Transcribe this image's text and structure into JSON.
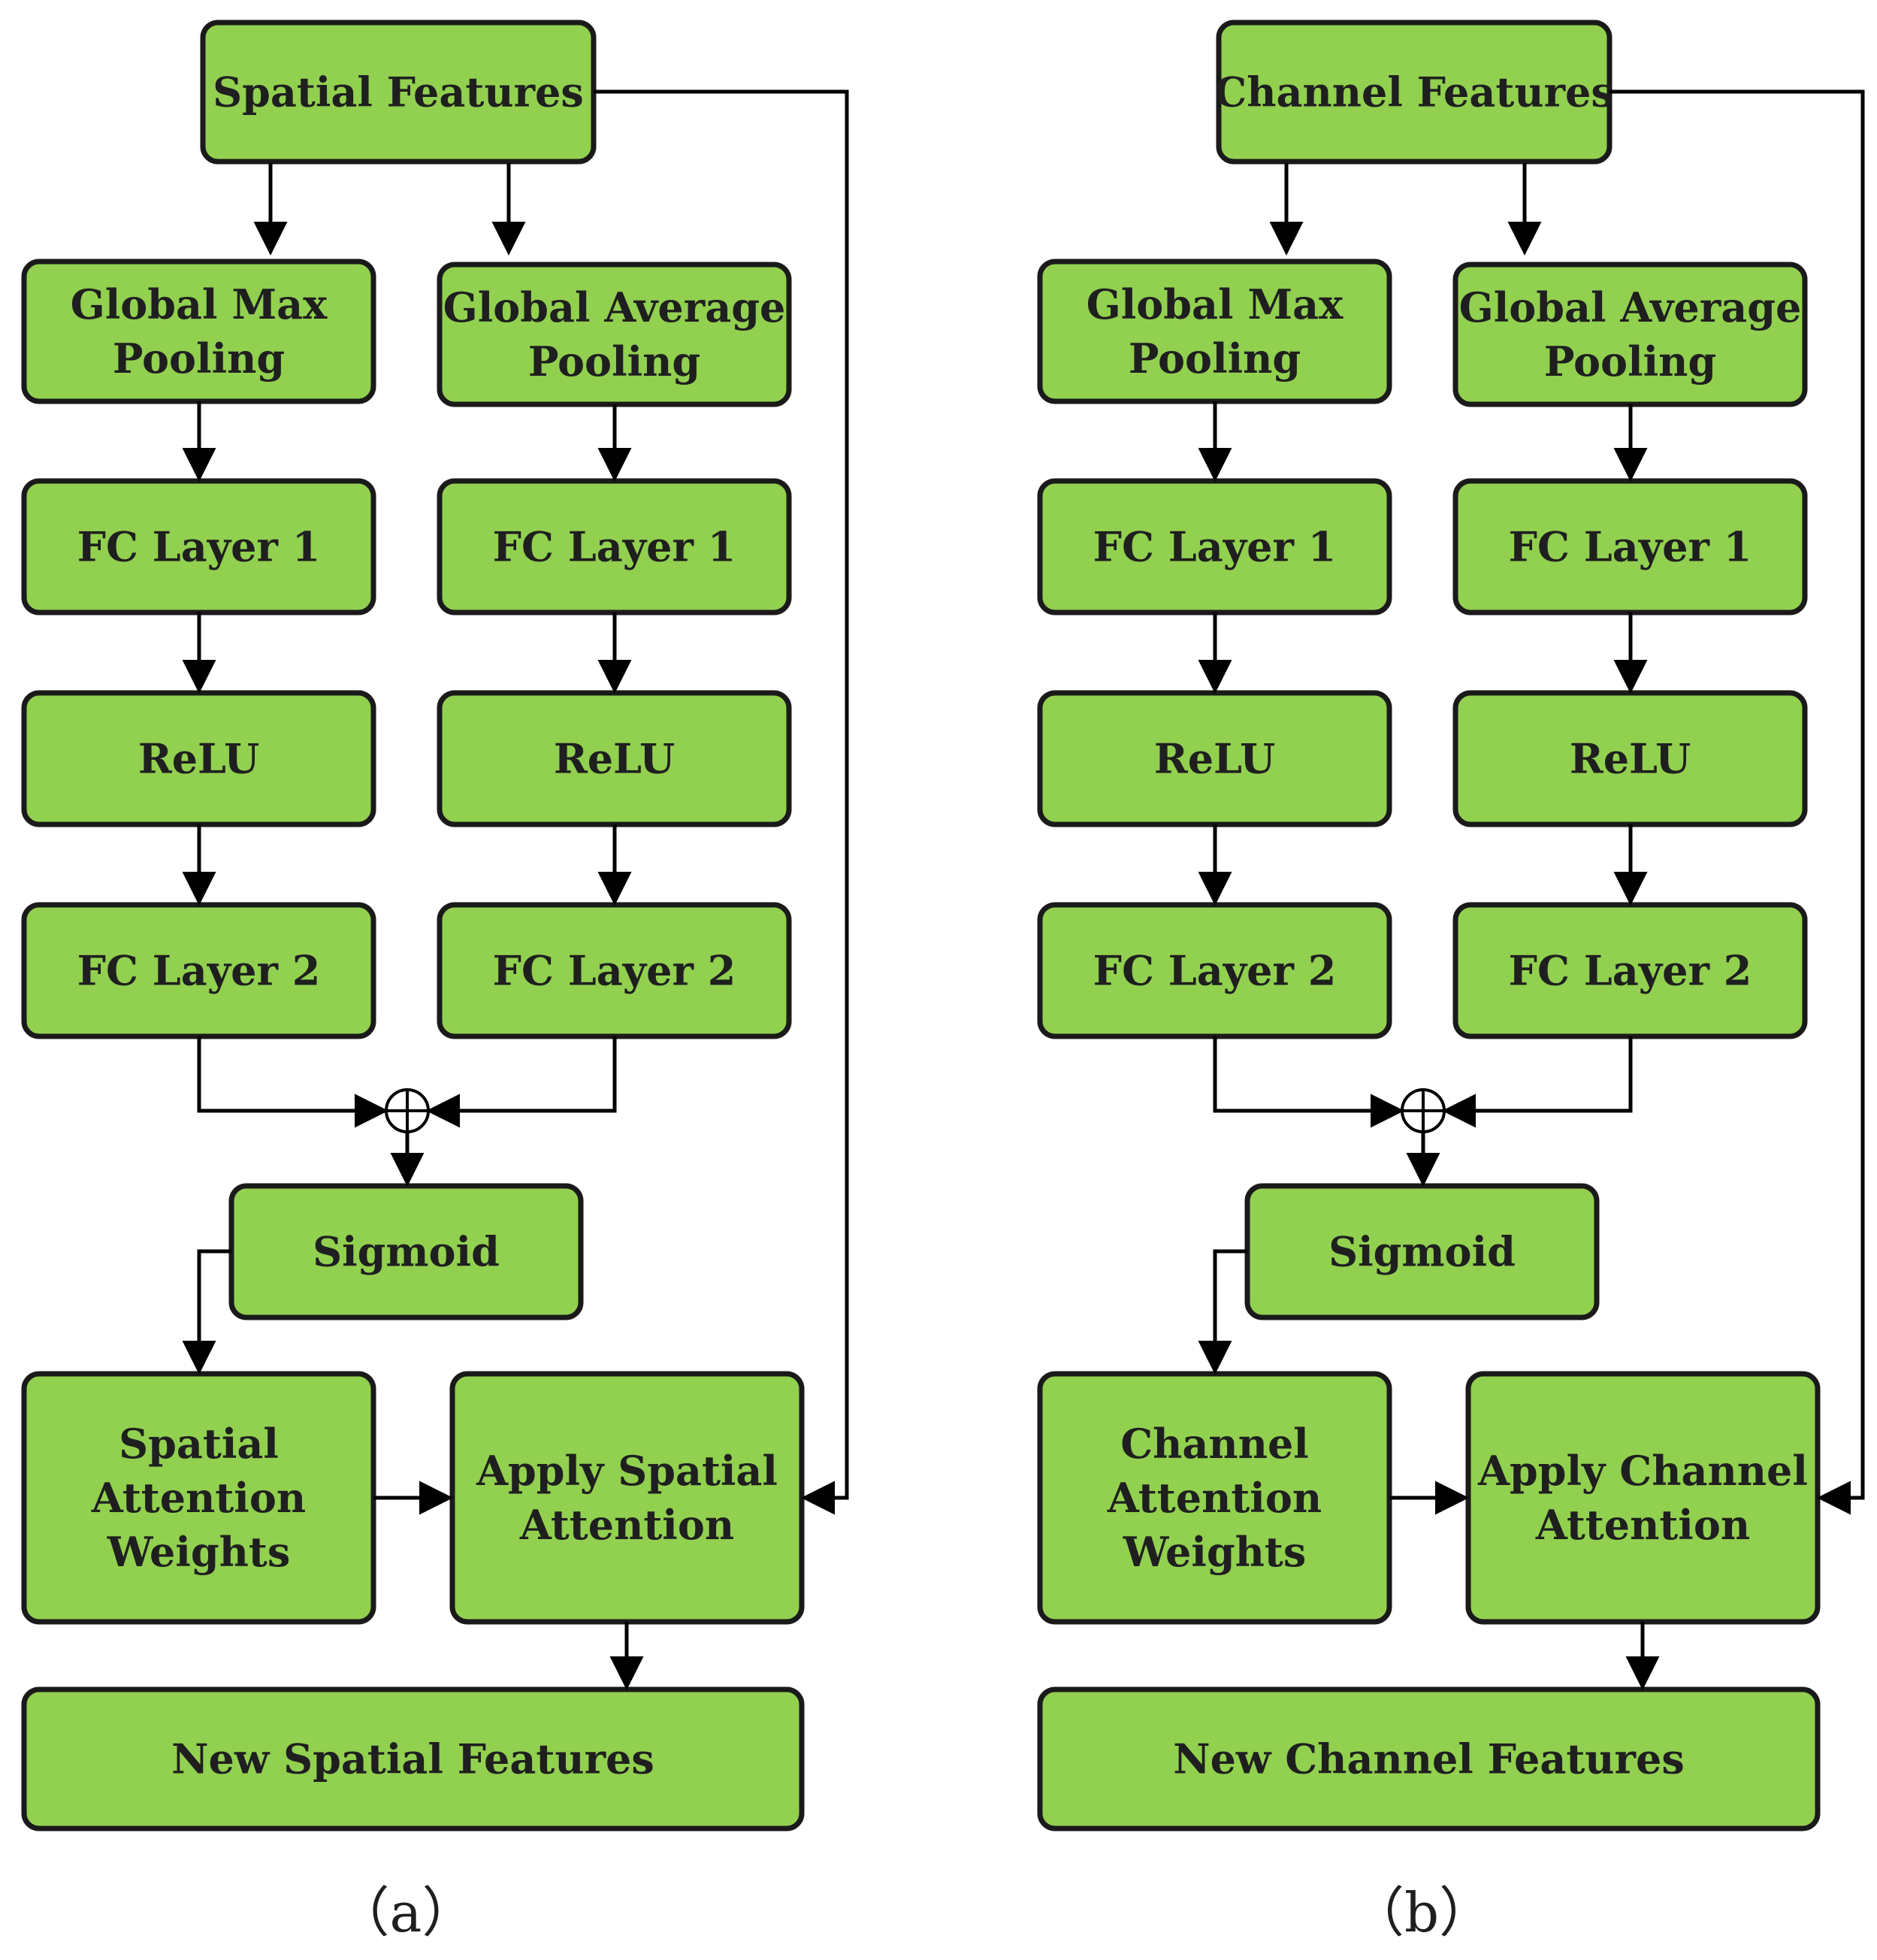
{
  "panels": [
    {
      "id": "a",
      "caption": "（a）",
      "nodes": {
        "input": [
          "Spatial Features"
        ],
        "gmp": [
          "Global Max",
          "Pooling"
        ],
        "gap": [
          "Global Average",
          "Pooling"
        ],
        "fc1_left": [
          "FC Layer 1"
        ],
        "fc1_right": [
          "FC Layer 1"
        ],
        "relu_left": [
          "ReLU"
        ],
        "relu_right": [
          "ReLU"
        ],
        "fc2_left": [
          "FC Layer 2"
        ],
        "fc2_right": [
          "FC Layer 2"
        ],
        "sigmoid": [
          "Sigmoid"
        ],
        "weights": [
          "Spatial",
          "Attention",
          "Weights"
        ],
        "apply": [
          "Apply Spatial",
          "Attention"
        ],
        "output": [
          "New Spatial Features"
        ]
      }
    },
    {
      "id": "b",
      "caption": "（b）",
      "nodes": {
        "input": [
          "Channel Features"
        ],
        "gmp": [
          "Global Max",
          "Pooling"
        ],
        "gap": [
          "Global Average",
          "Pooling"
        ],
        "fc1_left": [
          "FC Layer 1"
        ],
        "fc1_right": [
          "FC Layer 1"
        ],
        "relu_left": [
          "ReLU"
        ],
        "relu_right": [
          "ReLU"
        ],
        "fc2_left": [
          "FC Layer 2"
        ],
        "fc2_right": [
          "FC Layer 2"
        ],
        "sigmoid": [
          "Sigmoid"
        ],
        "weights": [
          "Channel",
          "Attention",
          "Weights"
        ],
        "apply": [
          "Apply Channel",
          "Attention"
        ],
        "output": [
          "New Channel Features"
        ]
      }
    }
  ],
  "colors": {
    "node_fill": "#92d050",
    "node_stroke": "#1a1a1a",
    "edge": "#000000"
  }
}
